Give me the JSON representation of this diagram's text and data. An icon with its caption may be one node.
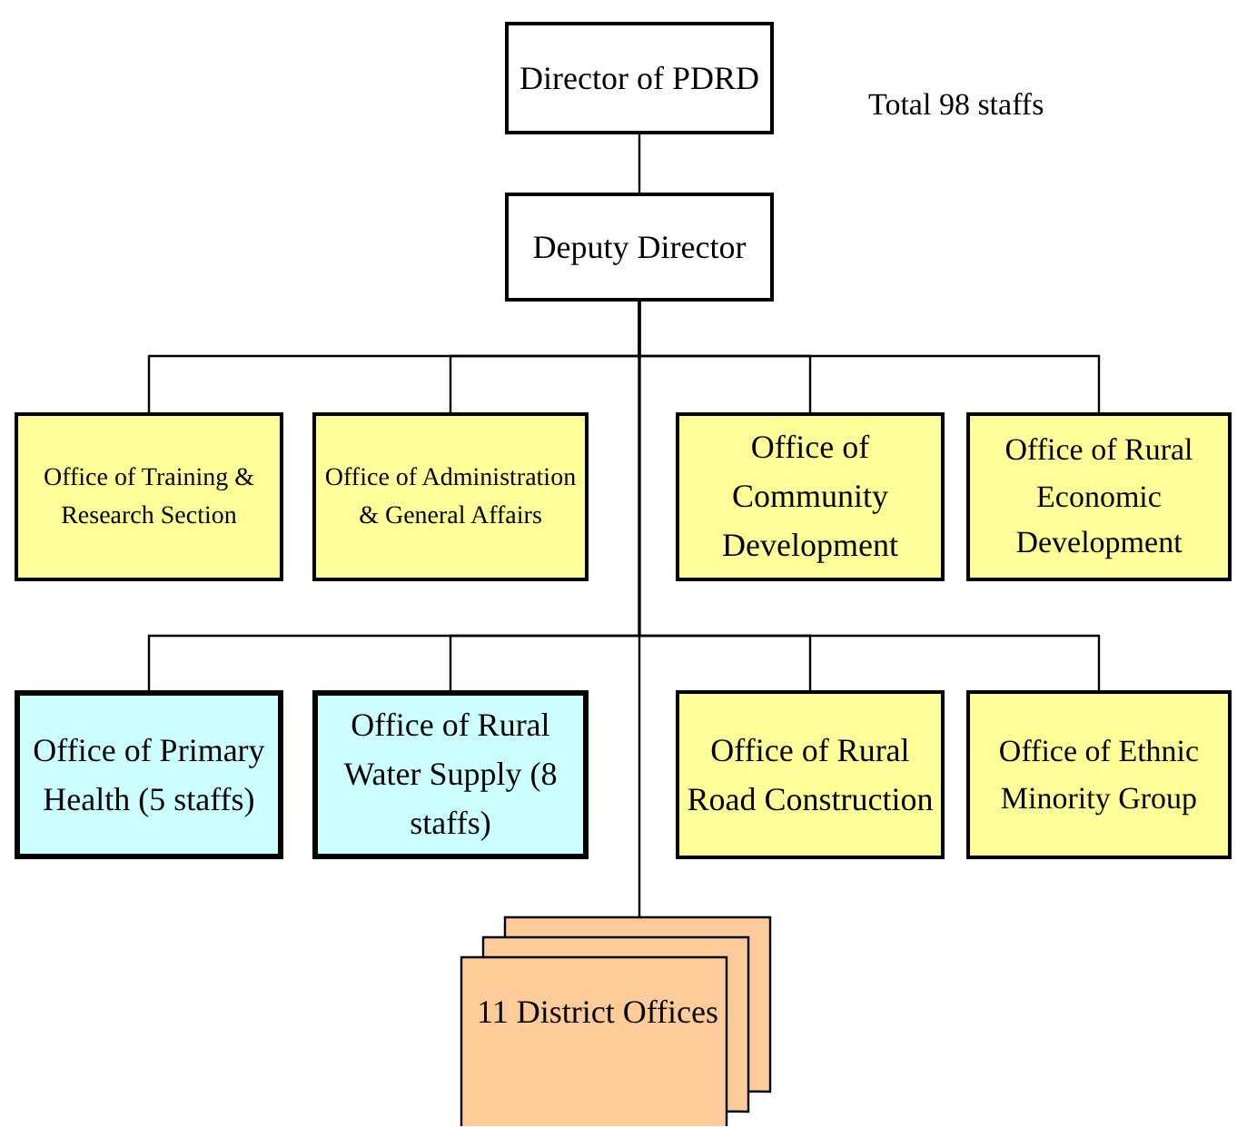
{
  "diagram": {
    "nodes": [
      {
        "text": [
          "Director of PDRD"
        ]
      },
      {
        "text": [
          "Deputy Director"
        ]
      },
      {
        "text": [
          "Office of Training & Research Section"
        ]
      },
      {
        "text": [
          "Office of Administration & General Affairs"
        ]
      },
      {
        "text": [
          "Office of Community Development"
        ]
      },
      {
        "text": [
          "Office of Rural Economic Development"
        ]
      },
      {
        "text": [
          "Office of Primary Health (5 staffs)"
        ]
      },
      {
        "text": [
          "Office of Rural Water Supply (8 staffs)"
        ]
      },
      {
        "text": [
          "Office of Rural Road Construction"
        ]
      },
      {
        "text": [
          "Office of Ethnic Minority Group"
        ]
      },
      {
        "text": [
          "11 District Offices"
        ]
      }
    ],
    "edges": [
      {
        "from": 0,
        "to": 1,
        "arrow": "none"
      },
      {
        "from": 1,
        "to": 2,
        "arrow": "none"
      },
      {
        "from": 1,
        "to": 3,
        "arrow": "none"
      },
      {
        "from": 1,
        "to": 4,
        "arrow": "none"
      },
      {
        "from": 1,
        "to": 5,
        "arrow": "none"
      },
      {
        "from": 1,
        "to": 6,
        "arrow": "none"
      },
      {
        "from": 1,
        "to": 7,
        "arrow": "none"
      },
      {
        "from": 1,
        "to": 8,
        "arrow": "none"
      },
      {
        "from": 1,
        "to": 9,
        "arrow": "none"
      },
      {
        "from": 1,
        "to": 10,
        "arrow": "none"
      }
    ],
    "labels": [
      "Total 98 staffs"
    ]
  }
}
